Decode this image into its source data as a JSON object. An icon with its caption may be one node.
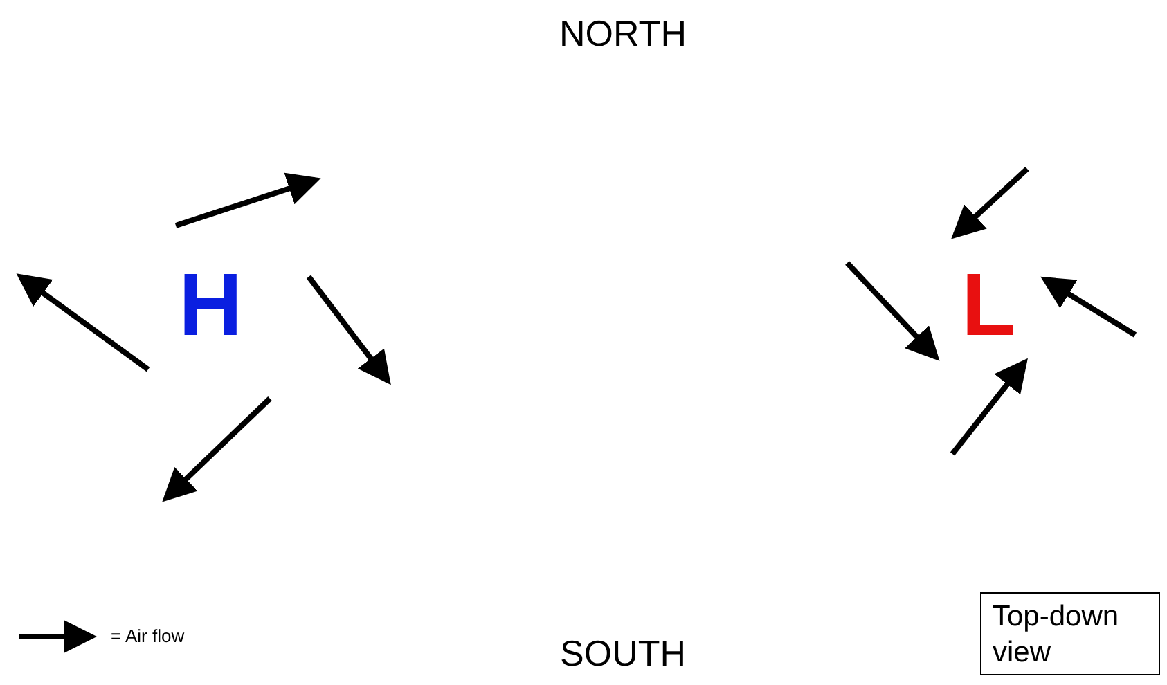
{
  "diagram": {
    "nodes": [
      {
        "text": [
          "Top-down view"
        ]
      }
    ],
    "labels": [
      "NORTH",
      "H",
      "L",
      "SOUTH"
    ],
    "legend": [
      {
        "text": "= Air flow"
      }
    ]
  }
}
